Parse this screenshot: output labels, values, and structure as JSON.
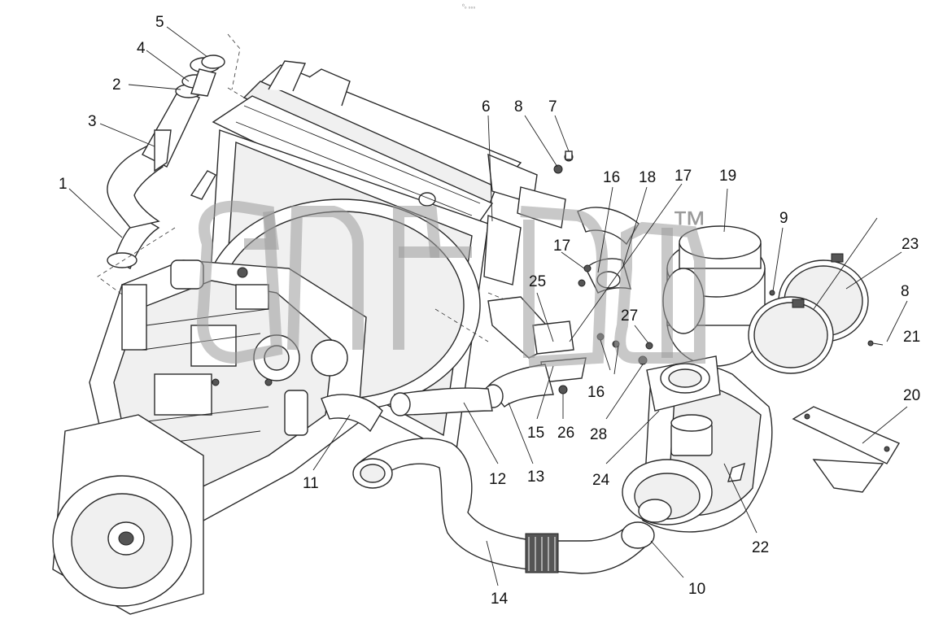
{
  "header_mark": "⁰₀ ₀₀₀",
  "watermark_trademark": "™",
  "callouts": [
    {
      "id": "c1",
      "text": "1"
    },
    {
      "id": "c2",
      "text": "2"
    },
    {
      "id": "c3",
      "text": "3"
    },
    {
      "id": "c4",
      "text": "4"
    },
    {
      "id": "c5",
      "text": "5"
    },
    {
      "id": "c6",
      "text": "6"
    },
    {
      "id": "c7",
      "text": "7"
    },
    {
      "id": "c8a",
      "text": "8"
    },
    {
      "id": "c8b",
      "text": "8"
    },
    {
      "id": "c9",
      "text": "9"
    },
    {
      "id": "c10",
      "text": "10"
    },
    {
      "id": "c11",
      "text": "11"
    },
    {
      "id": "c12",
      "text": "12"
    },
    {
      "id": "c13",
      "text": "13"
    },
    {
      "id": "c14",
      "text": "14"
    },
    {
      "id": "c15",
      "text": "15"
    },
    {
      "id": "c16a",
      "text": "16"
    },
    {
      "id": "c16b",
      "text": "16"
    },
    {
      "id": "c17a",
      "text": "17"
    },
    {
      "id": "c17b",
      "text": "17"
    },
    {
      "id": "c18",
      "text": "18"
    },
    {
      "id": "c19",
      "text": "19"
    },
    {
      "id": "c20",
      "text": "20"
    },
    {
      "id": "c21",
      "text": "21"
    },
    {
      "id": "c22",
      "text": "22"
    },
    {
      "id": "c23",
      "text": "23"
    },
    {
      "id": "c24",
      "text": "24"
    },
    {
      "id": "c25",
      "text": "25"
    },
    {
      "id": "c26",
      "text": "26"
    },
    {
      "id": "c27",
      "text": "27"
    },
    {
      "id": "c28",
      "text": "28"
    }
  ]
}
